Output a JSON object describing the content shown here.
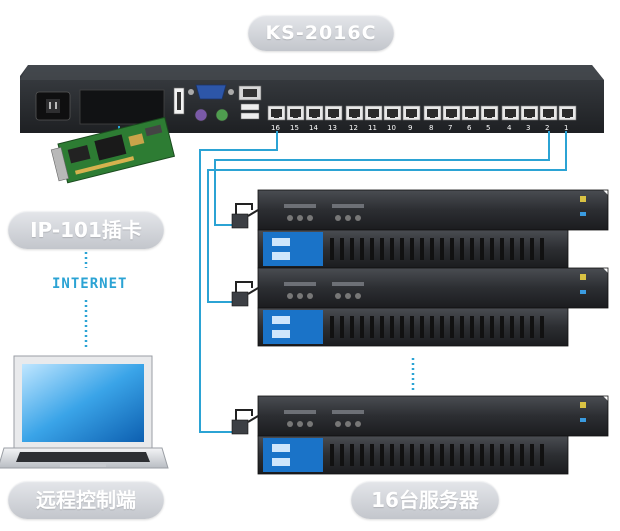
{
  "title": "KS-2016C",
  "card_label": "IP-101插卡",
  "internet_label": "INTERNET",
  "remote_label": "远程控制端",
  "servers_label": "16台服务器",
  "port_labels": [
    "16",
    "15",
    "14",
    "13",
    "12",
    "11",
    "10",
    "9",
    "8",
    "7",
    "6",
    "5",
    "4",
    "3",
    "2",
    "1"
  ],
  "colors": {
    "cable": "#2ba3d4",
    "chassis": "#2a2d31",
    "server_blue": "#1a73c8",
    "pill": "#c9ccd1"
  }
}
